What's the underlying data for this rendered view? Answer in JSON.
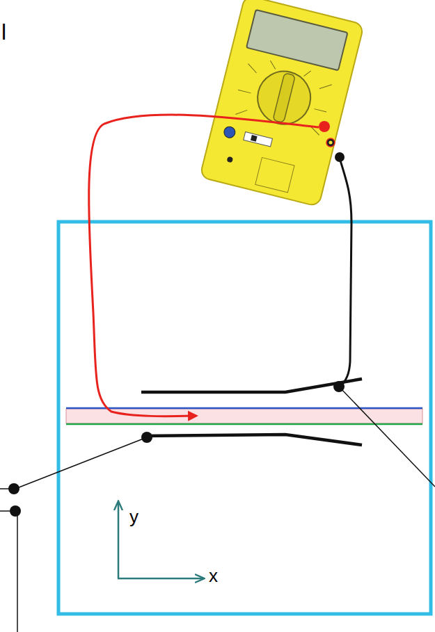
{
  "diagram": {
    "labels": [
      "l",
      "y",
      "x"
    ]
  }
}
